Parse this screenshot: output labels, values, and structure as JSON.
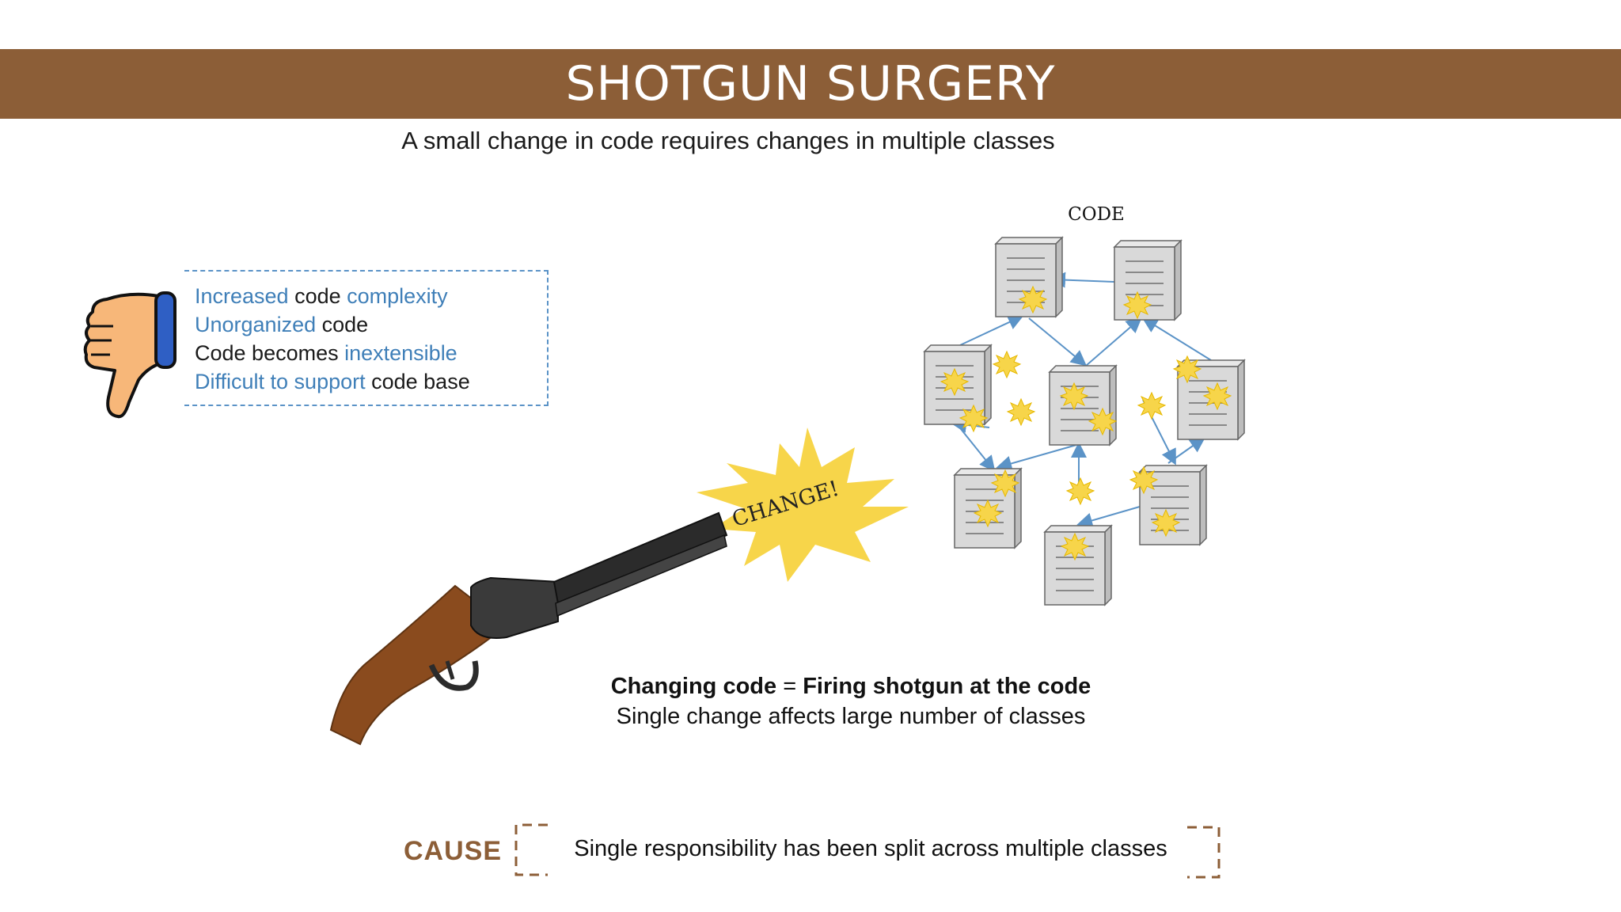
{
  "title": "SHOTGUN SURGERY",
  "subtitle": "A small change in code requires changes in multiple classes",
  "consequences": [
    {
      "parts": [
        {
          "text": "Increased",
          "style": "blue"
        },
        {
          "text": " code ",
          "style": "blk"
        },
        {
          "text": "complexity",
          "style": "blue"
        }
      ]
    },
    {
      "parts": [
        {
          "text": "Unorganized",
          "style": "blue"
        },
        {
          "text": " code",
          "style": "blk"
        }
      ]
    },
    {
      "parts": [
        {
          "text": "Code becomes ",
          "style": "blk"
        },
        {
          "text": "inextensible",
          "style": "blue"
        }
      ]
    },
    {
      "parts": [
        {
          "text": "Difficult to support",
          "style": "blue"
        },
        {
          "text": " code base",
          "style": "blk"
        }
      ]
    }
  ],
  "code_label": "CODE",
  "burst_label": "CHANGE!",
  "formula": {
    "lhs": "Changing code",
    "eq": " = ",
    "rhs": "Firing shotgun at the code",
    "line2": "Single change affects large number of classes"
  },
  "cause": {
    "label": "CAUSE",
    "text": "Single responsibility has been split across multiple classes"
  },
  "colors": {
    "title_band": "#8c5e37",
    "accent_blue": "#3f7fb8",
    "cause": "#8c5e37",
    "arrow": "#5b93c7",
    "burst": "#f7d54a"
  },
  "icons": [
    "thumbs-down-icon",
    "shotgun-icon",
    "document-icon",
    "explosion-icon"
  ]
}
